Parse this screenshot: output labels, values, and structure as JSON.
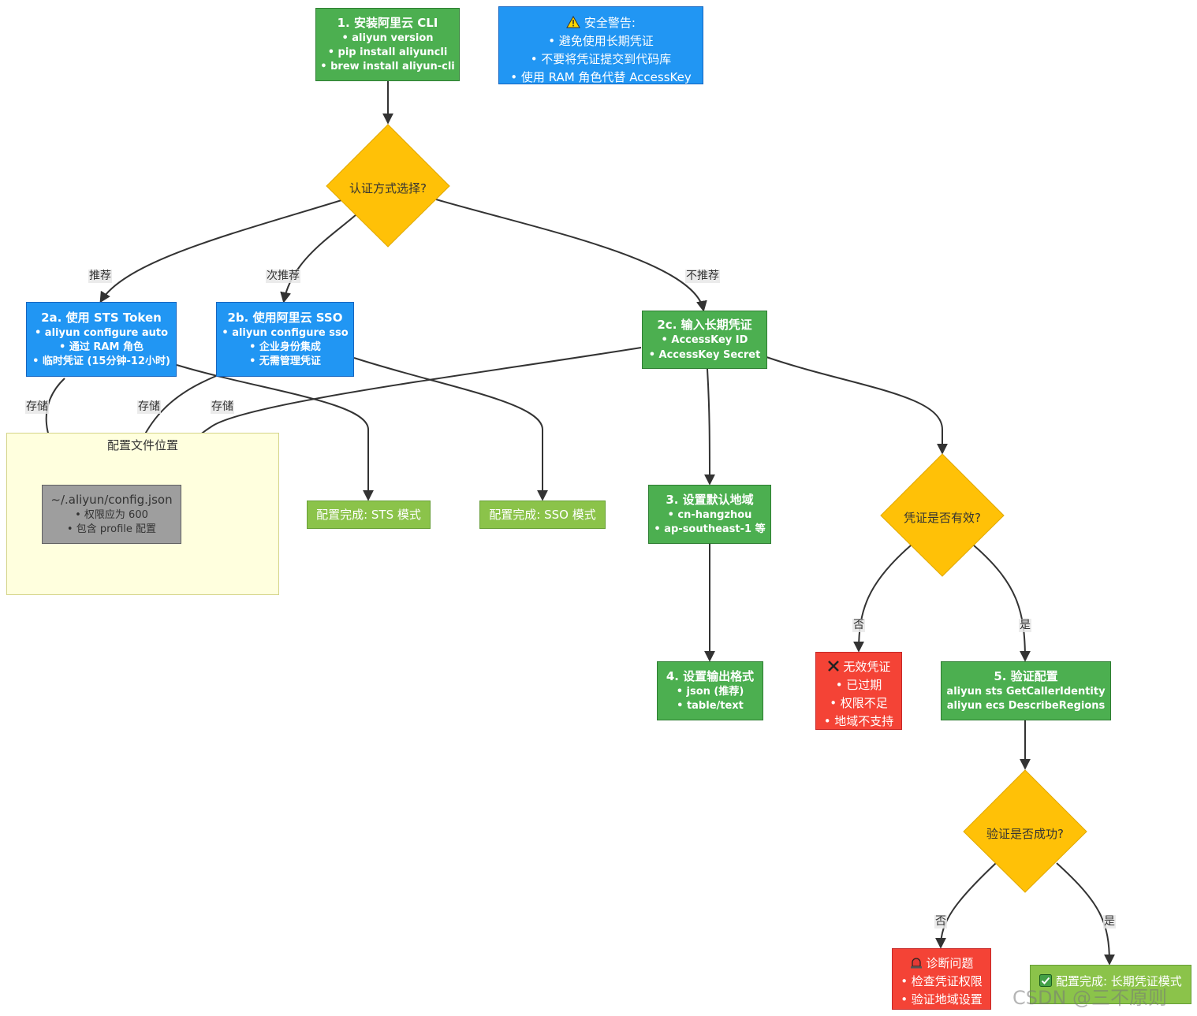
{
  "diagram": {
    "install": {
      "title": "1. 安装阿里云 CLI",
      "lines": [
        "• aliyun version",
        "• pip install aliyuncli",
        "• brew install aliyun-cli"
      ]
    },
    "warning": {
      "icon": "warning-icon",
      "title": "安全警告:",
      "lines": [
        "• 避免使用长期凭证",
        "• 不要将凭证提交到代码库",
        "• 使用 RAM 角色代替 AccessKey"
      ]
    },
    "auth_choice": "认证方式选择?",
    "edge_labels": {
      "recommended": "推荐",
      "second": "次推荐",
      "not_recommended": "不推荐",
      "store": "存储",
      "no": "否",
      "yes": "是"
    },
    "sts": {
      "title": "2a. 使用 STS Token",
      "lines": [
        "• aliyun configure auto",
        "• 通过 RAM 角色",
        "• 临时凭证 (15分钟-12小时)"
      ]
    },
    "sso": {
      "title": "2b. 使用阿里云 SSO",
      "lines": [
        "• aliyun configure sso",
        "• 企业身份集成",
        "• 无需管理凭证"
      ]
    },
    "longterm": {
      "title": "2c. 输入长期凭证",
      "lines": [
        "• AccessKey ID",
        "• AccessKey Secret"
      ]
    },
    "config_group": {
      "title": "配置文件位置",
      "file": "~/.aliyun/config.json",
      "lines": [
        "• 权限应为 600",
        "• 包含 profile 配置"
      ]
    },
    "sts_done": "配置完成: STS 模式",
    "sso_done": "配置完成: SSO 模式",
    "region": {
      "title": "3. 设置默认地域",
      "lines": [
        "• cn-hangzhou",
        "• ap-southeast-1 等"
      ]
    },
    "output": {
      "title": "4. 设置输出格式",
      "lines": [
        "• json (推荐)",
        "• table/text"
      ]
    },
    "cred_valid": "凭证是否有效?",
    "invalid": {
      "icon": "cross-icon",
      "title": "无效凭证",
      "lines": [
        "• 已过期",
        "• 权限不足",
        "• 地域不支持"
      ]
    },
    "verify": {
      "title": "5. 验证配置",
      "lines": [
        "aliyun sts GetCallerIdentity",
        "aliyun ecs DescribeRegions"
      ]
    },
    "verify_ok": "验证是否成功?",
    "diagnose": {
      "icon": "siren-icon",
      "title": "诊断问题",
      "lines": [
        "• 检查凭证权限",
        "• 验证地域设置"
      ]
    },
    "lt_done": {
      "icon": "check-icon",
      "title": "配置完成: 长期凭证模式"
    },
    "colors": {
      "green": "#4caf50",
      "light_green": "#8bc34a",
      "blue": "#2196f3",
      "red": "#f44336",
      "grey": "#9e9e9e",
      "diamond": "#ffc107",
      "subgraph": "#ffffde"
    }
  },
  "watermark": "CSDN @三不原则"
}
